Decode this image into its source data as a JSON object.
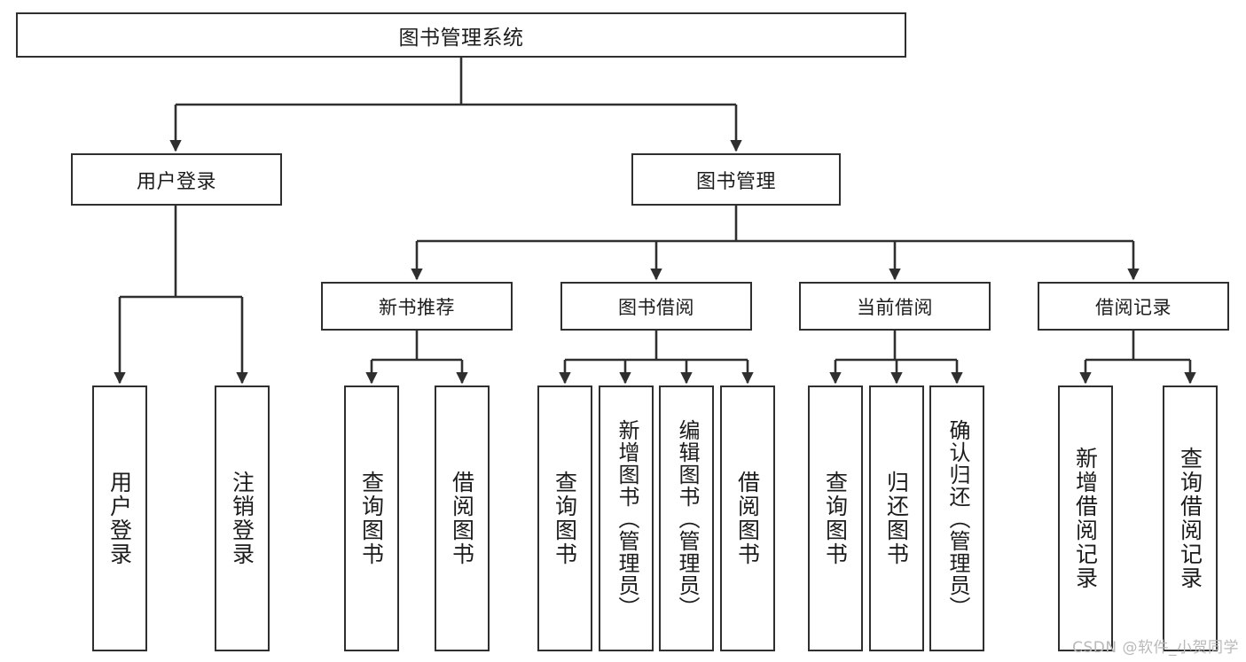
{
  "diagram": {
    "type": "hierarchy-tree",
    "title": "图书管理系统",
    "watermark": "CSDN @软件_小贺同学",
    "colors": {
      "border": "#2f2f2f",
      "background": "#ffffff",
      "text": "#1c1c1c",
      "watermark": "#b9b9b9"
    },
    "nodes": {
      "root": {
        "label": "图书管理系统"
      },
      "level2": [
        {
          "label": "用户登录"
        },
        {
          "label": "图书管理"
        }
      ],
      "level3": [
        {
          "label": "新书推荐"
        },
        {
          "label": "图书借阅"
        },
        {
          "label": "当前借阅"
        },
        {
          "label": "借阅记录"
        }
      ],
      "leaves": [
        {
          "label": "用户登录"
        },
        {
          "label": "注销登录"
        },
        {
          "label": "查询图书"
        },
        {
          "label": "借阅图书"
        },
        {
          "label": "查询图书"
        },
        {
          "label": "新增图书（管理员）"
        },
        {
          "label": "编辑图书（管理员）"
        },
        {
          "label": "借阅图书"
        },
        {
          "label": "查询图书"
        },
        {
          "label": "归还图书"
        },
        {
          "label": "确认归还（管理员）"
        },
        {
          "label": "新增借阅记录"
        },
        {
          "label": "查询借阅记录"
        }
      ]
    },
    "tree": {
      "图书管理系统": {
        "用户登录": [
          "用户登录",
          "注销登录"
        ],
        "图书管理": {
          "新书推荐": [
            "查询图书",
            "借阅图书"
          ],
          "图书借阅": [
            "查询图书",
            "新增图书（管理员）",
            "编辑图书（管理员）",
            "借阅图书"
          ],
          "当前借阅": [
            "查询图书",
            "归还图书",
            "确认归还（管理员）"
          ],
          "借阅记录": [
            "新增借阅记录",
            "查询借阅记录"
          ]
        }
      }
    }
  }
}
